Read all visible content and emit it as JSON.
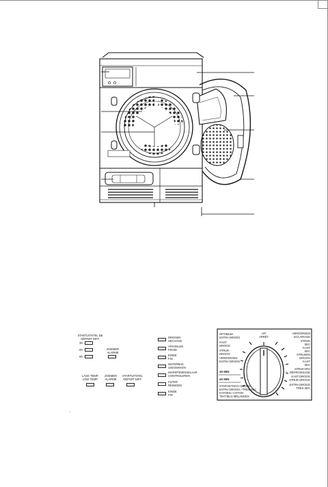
{
  "control_panel": {
    "delay_start": {
      "title": [
        "STARTUITSTEL DE",
        "DÉPART DIFF."
      ],
      "options": [
        "3h",
        "6h",
        "9h"
      ]
    },
    "alarm": {
      "label": [
        "ZOEMER",
        "ALARME"
      ]
    },
    "bottom_buttons": [
      {
        "label": [
          "LAGE TEMP.",
          "LOW TEMP."
        ]
      },
      {
        "label": [
          "ZOEMER",
          "ALARME"
        ]
      },
      {
        "label": [
          "STARTUITSTEL",
          "DÉPART DIFF."
        ]
      }
    ],
    "indicators": [
      {
        "label": [
          "DROGEN",
          "SÉCHAGE"
        ]
      },
      {
        "label": [
          "AFKOELEN",
          "FROID"
        ]
      },
      {
        "label": [
          "EINDE",
          "FIN"
        ]
      },
      {
        "label": [
          "WATERBAK",
          "LEEGMAKEN"
        ]
      },
      {
        "label": [
          "WARMTEWISSELAAR",
          "CONTROLEREN"
        ]
      },
      {
        "label": [
          "FILTER",
          "REINIGEN"
        ]
      },
      {
        "label": [
          "EINDE",
          "FIN"
        ]
      }
    ],
    "dial": {
      "off_label": [
        "UIT",
        "ARRÊT"
      ],
      "left_programs": [
        [
          "OPTIMUM",
          "EXTRA DROOG"
        ],
        [
          "KAST",
          "DROOG"
        ],
        [
          "STRIJK-",
          "DROOG"
        ],
        [
          "VERZORGEN",
          "EXTRA DROOG"
        ]
      ],
      "timed": [
        "30 MIN",
        "40 MIN"
      ],
      "bottom_rows": [
        "SYNTHETISCH DROOG",
        "EXTRA DROOG / TRÈS SEC",
        "KATOEN / COTON",
        "TEXTIELS MÉLANGÉS"
      ],
      "right_programs": [
        [
          "VERZORGEN",
          "ECLAIRAGE"
        ],
        [
          "STRIJK",
          "SEC"
        ],
        [
          "KAST",
          "SEC"
        ],
        [
          "STRIJKEN",
          "DROOG"
        ],
        [
          "KAST",
          "SEC"
        ],
        [
          "STRIJKVRIJ",
          "DÉFROISSAGE"
        ],
        [
          "KAST DROOG",
          "STRIJK DROOG"
        ],
        [
          "EXTRA DROOG",
          "TRÈS SEC"
        ]
      ]
    }
  }
}
